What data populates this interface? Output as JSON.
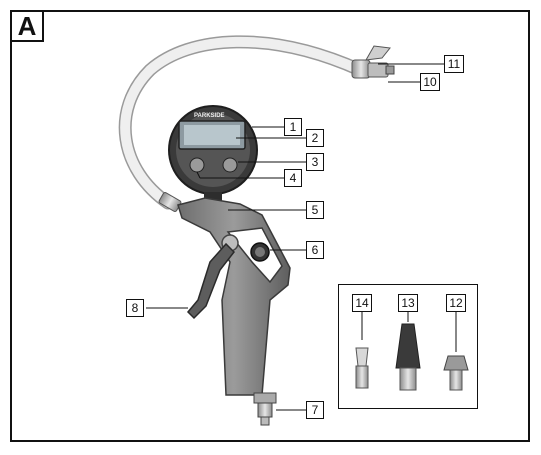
{
  "figure": {
    "label": "A",
    "brand_text": "PARKSIDE",
    "callouts": [
      "1",
      "2",
      "3",
      "4",
      "5",
      "6",
      "7",
      "8",
      "10",
      "11",
      "12",
      "13",
      "14"
    ]
  },
  "colors": {
    "frame": "#111111",
    "body_gray": "#8a8a8a",
    "dark": "#3a3a3a",
    "hose": "#e8e8e8",
    "metal": "#c9c9c9"
  }
}
